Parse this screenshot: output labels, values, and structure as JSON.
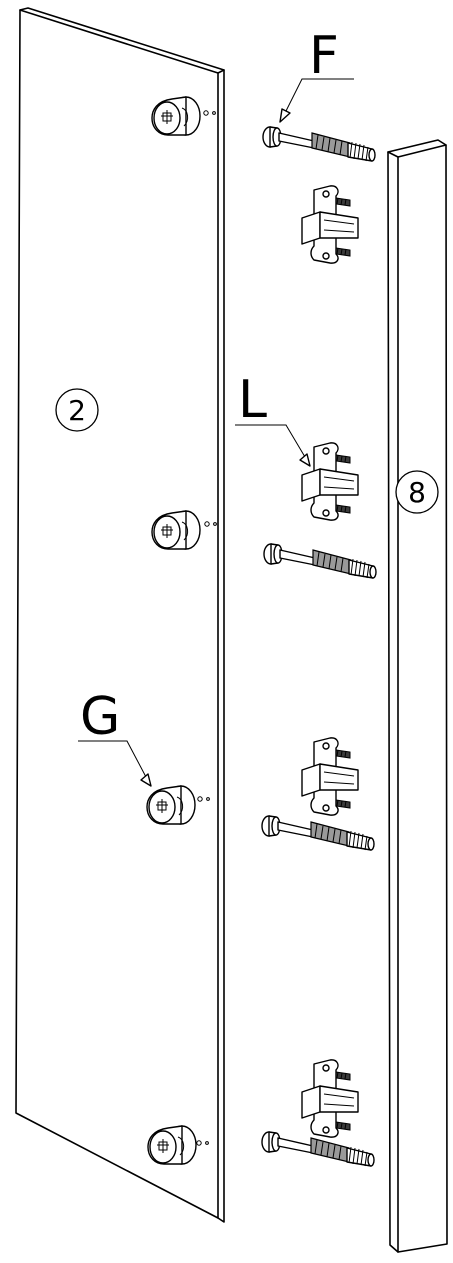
{
  "labels": {
    "panel_2": "2",
    "panel_8": "8",
    "part_F": "F",
    "part_L": "L",
    "part_G": "G"
  },
  "colors": {
    "line": "#000000",
    "background": "#ffffff",
    "dowel_fill": "#9a9a9a"
  }
}
